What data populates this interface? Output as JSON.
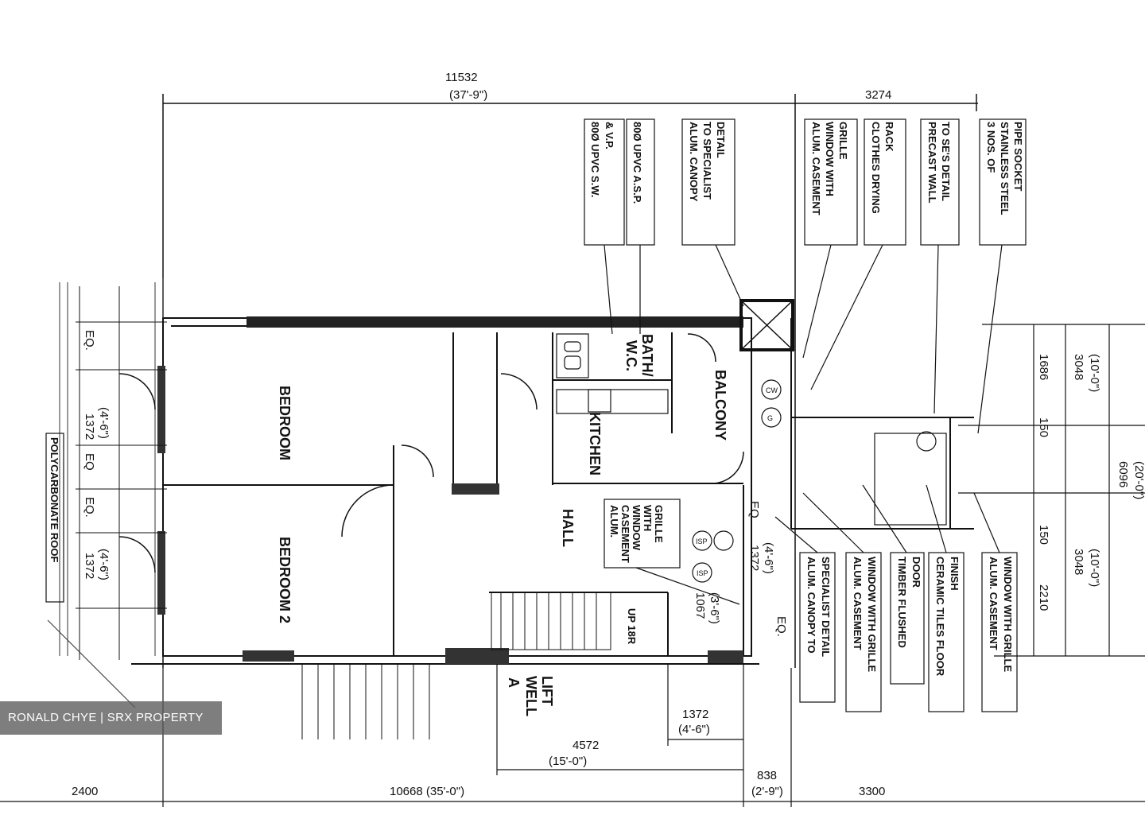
{
  "dimensions": {
    "top_total": "11532",
    "top_total_imperial": "(37'-9\")",
    "top_right": "3274",
    "bottom_left": "2400",
    "bottom_main": "10668 (35'-0\")",
    "bottom_838": "838",
    "bottom_838_imperial": "(2'-9\")",
    "bottom_right": "3300",
    "lift_width": "4572",
    "lift_width_imperial": "(15'-0\")",
    "door_1372": "1372",
    "door_1372_imperial": "(4'-6\")",
    "right_1686": "1686",
    "right_150a": "150",
    "right_150b": "150",
    "right_2210": "2210",
    "right_3048a": "3048",
    "right_3048a_imperial": "(10'-0\")",
    "right_3048b": "3048",
    "right_3048b_imperial": "(10'-0\")",
    "right_6096": "6096",
    "right_6096_imperial": "(20'-0\")",
    "left_1372a": "1372",
    "left_1372a_imperial": "(4'-6\")",
    "left_1372b": "1372",
    "left_1372b_imperial": "(4'-6\")",
    "eq1": "EQ.",
    "eq2": "EQ",
    "eq3": "EQ.",
    "hall_1067": "1067",
    "hall_1067_imperial": "(3'-6\")",
    "hall_1372": "1372",
    "hall_1372_imperial": "(4'-6\")",
    "hall_eq": "EQ.",
    "eq_right": "EQ."
  },
  "rooms": {
    "bedroom1": "BEDROOM",
    "bedroom2": "BEDROOM 2",
    "kitchen": "KITCHEN",
    "bath": "BATH/",
    "wc": "W.C.",
    "balcony": "BALCONY",
    "hall": "HALL",
    "lift": "LIFT",
    "well": "WELL",
    "lift_a": "A",
    "up": "UP 18R",
    "roof": "POLYCARBONATE ROOF"
  },
  "callouts_top": [
    [
      "80Ø UPVC S.W.",
      "& V.P."
    ],
    [
      "80Ø UPVC A.S.P."
    ],
    [
      "ALUM. CANOPY",
      "TO SPECIALIST",
      "DETAIL"
    ],
    [
      "ALUM. CASEMENT",
      "WINDOW WITH",
      "GRILLE"
    ],
    [
      "CLOTHES DRYING",
      "RACK"
    ],
    [
      "PRECAST WALL",
      "TO SE'S DETAIL"
    ],
    [
      "3 NOS. OF",
      "STAINLESS STEEL",
      "PIPE SOCKET"
    ]
  ],
  "callouts_bottom": [
    [
      "ALUM. CANOPY TO",
      "SPECIALIST DETAIL"
    ],
    [
      "ALUM. CASEMENT",
      "WINDOW WITH GRILLE"
    ],
    [
      "TIMBER FLUSHED",
      "DOOR"
    ],
    [
      "CERAMIC TILES FLOOR",
      "FINISH"
    ],
    [
      "ALUM. CASEMENT",
      "WINDOW WITH GRILLE"
    ]
  ],
  "callout_hall": [
    "ALUM.",
    "CASEMENT",
    "WINDOW",
    "WITH",
    "GRILLE"
  ],
  "fixtures": {
    "cw": "CW",
    "g": "G",
    "isp": "ISP",
    "isp2": "ISP"
  },
  "watermark": "RONALD CHYE | SRX PROPERTY"
}
